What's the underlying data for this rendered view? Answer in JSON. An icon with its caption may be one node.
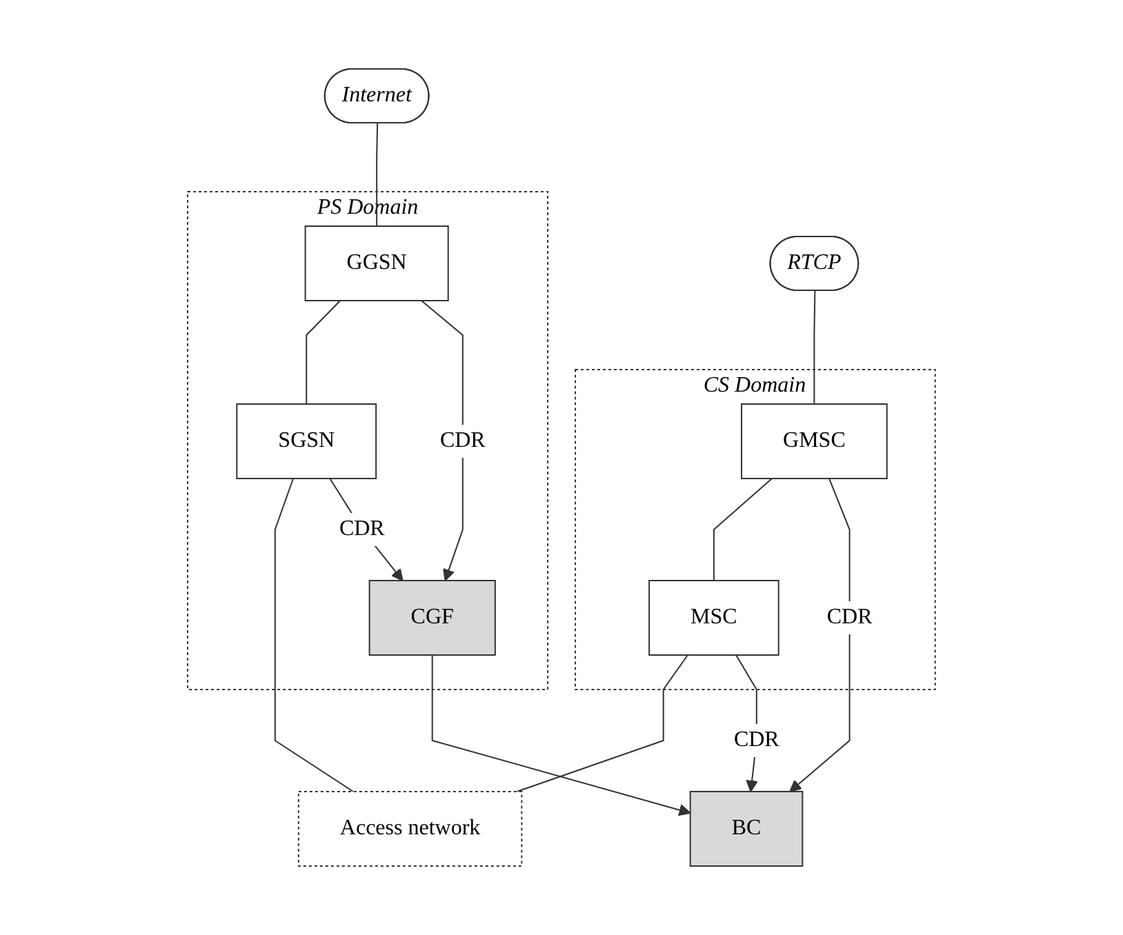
{
  "diagram": {
    "nodes": [
      {
        "text": [
          "RTCP"
        ]
      },
      {
        "text": [
          "Internet"
        ]
      },
      {
        "text": [
          "CS Domain"
        ]
      },
      {
        "text": [
          "GMSC"
        ],
        "in": 2
      },
      {
        "text": [
          "MSC"
        ],
        "in": 2
      },
      {
        "text": [
          "PS Domain"
        ]
      },
      {
        "text": [
          "GGSN"
        ],
        "in": 5
      },
      {
        "text": [
          "CGF"
        ],
        "in": 5
      },
      {
        "text": [
          "SGSN"
        ],
        "in": 5
      },
      {
        "text": [
          "BC"
        ]
      },
      {
        "text": [
          "Access network"
        ]
      }
    ],
    "edges": [
      {
        "from": 0,
        "to": 3,
        "arrow": "none"
      },
      {
        "from": 3,
        "to": 4,
        "arrow": "none"
      },
      {
        "from": 4,
        "to": 10,
        "arrow": "none"
      },
      {
        "from": 1,
        "to": 6,
        "arrow": "none"
      },
      {
        "from": 6,
        "to": 8,
        "arrow": "none"
      },
      {
        "from": 8,
        "to": 10,
        "arrow": "none"
      },
      {
        "from": 3,
        "to": 9,
        "arrow": "to",
        "label": "CDR"
      },
      {
        "from": 6,
        "to": 7,
        "arrow": "to",
        "label": "CDR"
      },
      {
        "from": 8,
        "to": 7,
        "arrow": "to",
        "label": "CDR"
      },
      {
        "from": 7,
        "to": 9,
        "arrow": "to"
      },
      {
        "from": 4,
        "to": 9,
        "arrow": "to",
        "label": "CDR"
      }
    ]
  }
}
